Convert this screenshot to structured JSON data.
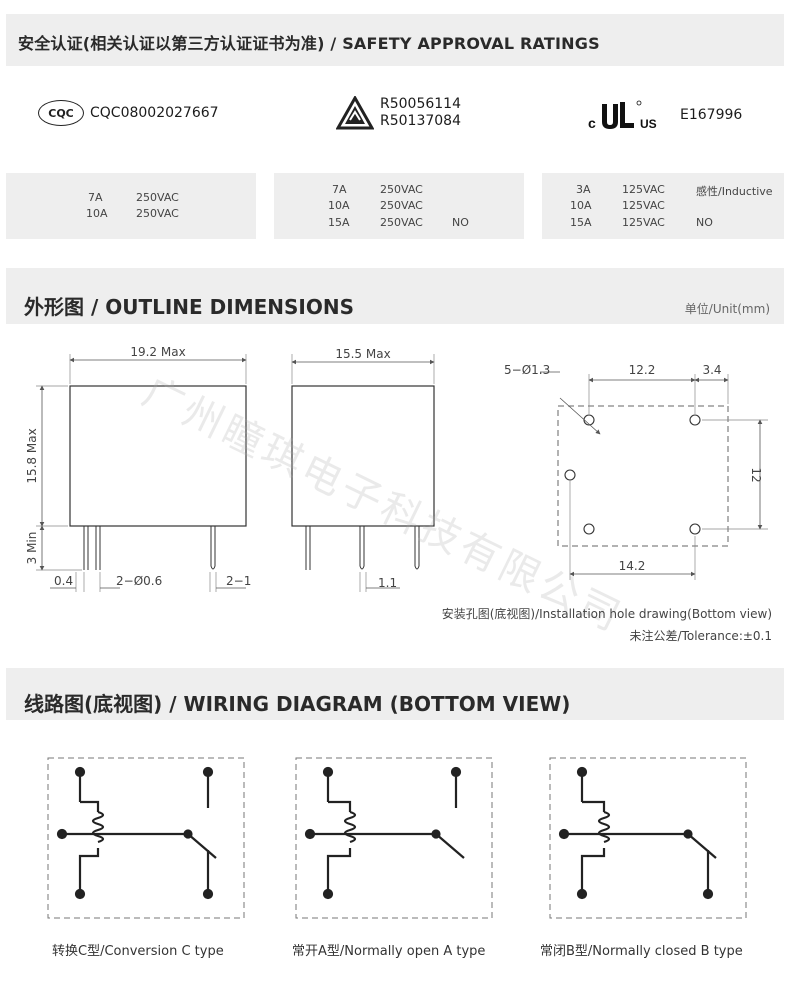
{
  "safety": {
    "title": "安全认证(相关认证以第三方认证证书为准) / SAFETY APPROVAL RATINGS",
    "certs": [
      {
        "logo": "CQC",
        "numbers": [
          "CQC08002027667"
        ]
      },
      {
        "logo": "triangle-mark",
        "numbers": [
          "R50056114",
          "R50137084"
        ]
      },
      {
        "logo": "cULus",
        "numbers": [
          "E167996"
        ]
      }
    ],
    "ratings": [
      [
        [
          "7A",
          "250VAC",
          ""
        ],
        [
          "10A",
          "250VAC",
          ""
        ]
      ],
      [
        [
          "7A",
          "250VAC",
          ""
        ],
        [
          "10A",
          "250VAC",
          ""
        ],
        [
          "15A",
          "250VAC",
          "NO"
        ]
      ],
      [
        [
          "3A",
          "125VAC",
          "感性/Inductive"
        ],
        [
          "10A",
          "125VAC",
          ""
        ],
        [
          "15A",
          "125VAC",
          "NO"
        ]
      ]
    ]
  },
  "outline": {
    "title": "外形图 / OUTLINE DIMENSIONS",
    "unit": "单位/Unit(mm)",
    "side_view": {
      "width": "19.2 Max",
      "height": "15.8 Max",
      "pin_len": "3 Min",
      "offset": "0.4",
      "pins": "2−Ø0.6",
      "pin_spacing": "2−1"
    },
    "front_view": {
      "width": "15.5 Max",
      "pin_pitch": "1.1"
    },
    "hole_drawing": {
      "holes": "5−Ø1.3",
      "top1": "12.2",
      "top2": "3.4",
      "side": "12",
      "bottom": "14.2"
    },
    "hole_caption": "安装孔图(底视图)/Installation hole drawing(Bottom view)",
    "tolerance": "未注公差/Tolerance:±0.1"
  },
  "watermark": "广州瞳琪电子科技有限公司",
  "wiring": {
    "title": "线路图(底视图) / WIRING DIAGRAM (BOTTOM VIEW)",
    "captions": [
      "转换C型/Conversion C type",
      "常开A型/Normally open A type",
      "常闭B型/Normally closed B type"
    ]
  },
  "colors": {
    "band": "#eeeeee",
    "line": "#222222",
    "text": "#2a2a2a"
  }
}
